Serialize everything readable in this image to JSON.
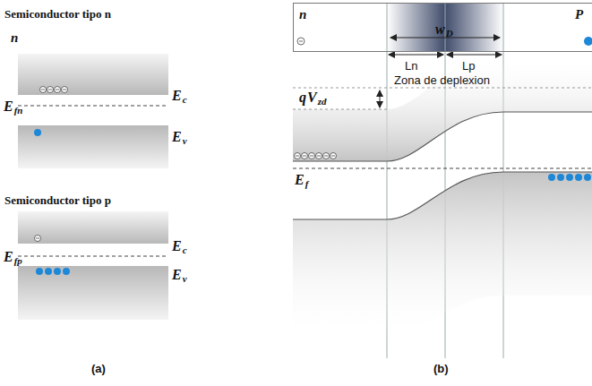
{
  "diagram": {
    "nodes": [
      {
        "text": [
          "n",
          "P"
        ]
      }
    ],
    "labels": [
      "Semiconductor tipo n",
      "n",
      "E",
      "fn",
      "E",
      "c",
      "E",
      "v",
      "Semiconductor tipo p",
      "E",
      "c",
      "E",
      "fp",
      "E",
      "v",
      "(a)",
      "w",
      "D",
      "Ln",
      "Lp",
      "Zona de deplexion",
      "q",
      "V",
      "zd",
      "E",
      "f",
      "(b)"
    ]
  }
}
